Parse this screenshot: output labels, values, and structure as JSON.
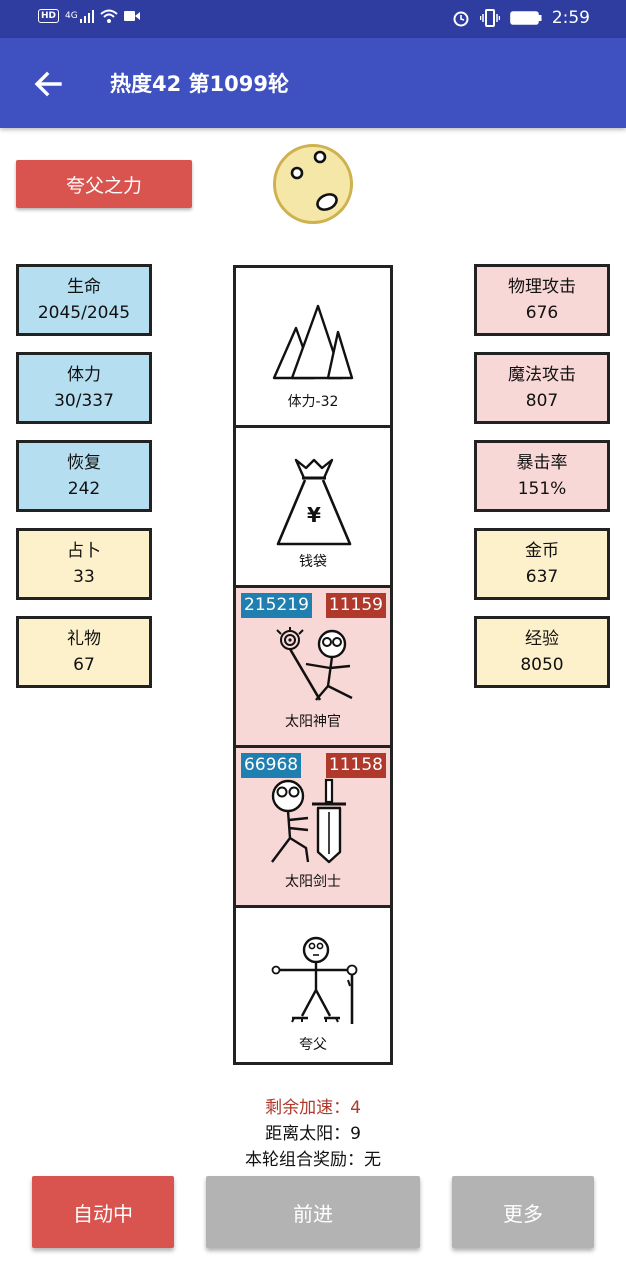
{
  "status_bar": {
    "network_badge": "HD",
    "network_type": "4G",
    "time": "2:59",
    "icons": [
      "signal-icon",
      "wifi-icon",
      "video-icon",
      "alarm-icon",
      "vibrate-icon",
      "battery-icon"
    ]
  },
  "app_bar": {
    "title": "热度42 第1099轮",
    "back_icon": "arrow-left-icon"
  },
  "power_button_label": "夸父之力",
  "sun_icon": "sun-face-icon",
  "left_stats": [
    {
      "label": "生命",
      "value": "2045/2045"
    },
    {
      "label": "体力",
      "value": "30/337"
    },
    {
      "label": "恢复",
      "value": "242"
    },
    {
      "label": "占卜",
      "value": "33"
    },
    {
      "label": "礼物",
      "value": "67"
    }
  ],
  "right_stats": [
    {
      "label": "物理攻击",
      "value": "676"
    },
    {
      "label": "魔法攻击",
      "value": "807"
    },
    {
      "label": "暴击率",
      "value": "151%"
    },
    {
      "label": "金币",
      "value": "637"
    },
    {
      "label": "经验",
      "value": "8050"
    }
  ],
  "path_cells": [
    {
      "label": "体力-32",
      "icon": "mountain-icon"
    },
    {
      "label": "钱袋",
      "icon": "money-bag-icon"
    },
    {
      "label": "太阳神官",
      "icon": "sun-priest-icon",
      "hp": "215219",
      "atk": "11159"
    },
    {
      "label": "太阳剑士",
      "icon": "sun-swordsman-icon",
      "hp": "66968",
      "atk": "11158"
    },
    {
      "label": "夸父",
      "icon": "kuafu-icon"
    }
  ],
  "info": {
    "speedup": "剩余加速：4",
    "distance": "距离太阳：9",
    "combo": "本轮组合奖励：无"
  },
  "buttons": {
    "auto": "自动中",
    "next": "前进",
    "more": "更多"
  },
  "colors": {
    "status_bar": "#2f3da0",
    "app_bar": "#3f51c0",
    "red_button": "#d9534f",
    "gray_button": "#b3b3b3",
    "blue_stat": "#b5def0",
    "yellow_stat": "#fdf1cb",
    "pink_stat": "#f8d8d6",
    "hp_badge": "#1f7fb0",
    "atk_badge": "#b0392b"
  }
}
